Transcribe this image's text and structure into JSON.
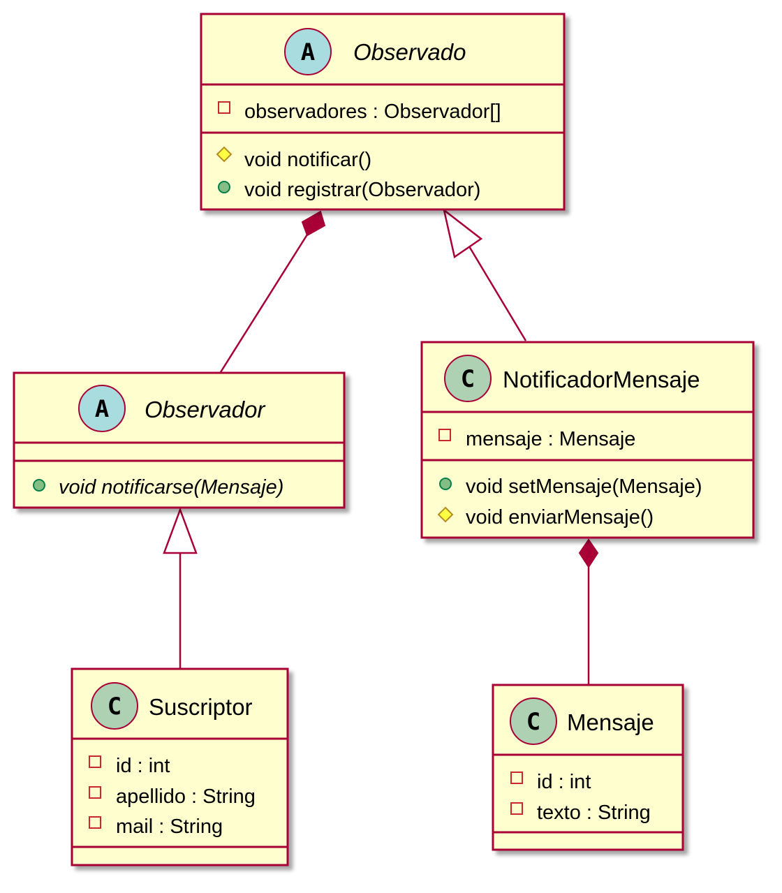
{
  "colors": {
    "border": "#A80036",
    "fill": "#FEFECE",
    "abstract_circle": "#A9DCDF",
    "class_circle": "#ADD1B2",
    "private_marker": "#C82930",
    "protected_marker": "#FFFF44",
    "protected_marker_border": "#B38D22",
    "public_marker": "#84BE84",
    "public_marker_border": "#038048",
    "shadow": "#c8c8c8"
  },
  "classes": {
    "observado": {
      "stereotype_letter": "A",
      "name": "Observado",
      "attributes": [
        {
          "visibility": "private",
          "text": "observadores : Observador[]"
        }
      ],
      "methods": [
        {
          "visibility": "protected",
          "text": "void notificar()"
        },
        {
          "visibility": "public",
          "text": "void registrar(Observador)"
        }
      ]
    },
    "observador": {
      "stereotype_letter": "A",
      "name": "Observador",
      "attributes": [],
      "methods": [
        {
          "visibility": "public",
          "text": "void notificarse(Mensaje)"
        }
      ]
    },
    "notificador": {
      "stereotype_letter": "C",
      "name": "NotificadorMensaje",
      "attributes": [
        {
          "visibility": "private",
          "text": "mensaje : Mensaje"
        }
      ],
      "methods": [
        {
          "visibility": "public",
          "text": "void setMensaje(Mensaje)"
        },
        {
          "visibility": "protected",
          "text": "void enviarMensaje()"
        }
      ]
    },
    "suscriptor": {
      "stereotype_letter": "C",
      "name": "Suscriptor",
      "attributes": [
        {
          "visibility": "private",
          "text": "id : int"
        },
        {
          "visibility": "private",
          "text": "apellido : String"
        },
        {
          "visibility": "private",
          "text": "mail : String"
        }
      ],
      "methods": []
    },
    "mensaje": {
      "stereotype_letter": "C",
      "name": "Mensaje",
      "attributes": [
        {
          "visibility": "private",
          "text": "id : int"
        },
        {
          "visibility": "private",
          "text": "texto : String"
        }
      ],
      "methods": []
    }
  }
}
